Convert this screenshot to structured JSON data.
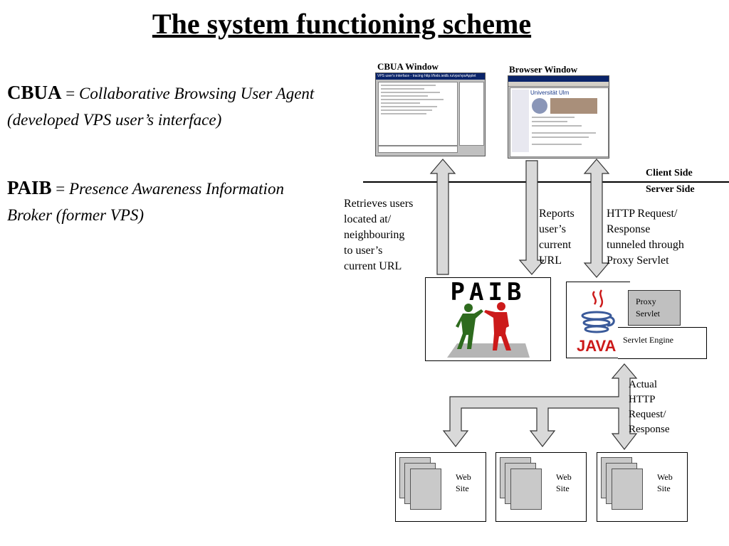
{
  "title": "The system functioning scheme",
  "definitions": {
    "cbua_term": "CBUA",
    "cbua_eq": " = ",
    "cbua_desc": "Collaborative Browsing User Agent (developed VPS user’s interface)",
    "paib_term": "PAIB",
    "paib_eq": " = ",
    "paib_desc": "Presence Awareness Information Broker (former VPS)"
  },
  "windows": {
    "cbua_label": "CBUA Window",
    "browser_label": "Browser Window",
    "cbua_titlebar": "VPS user's interface - tracing http://fodo.ieidb.ru/vps/vpsApplet",
    "browser_heading": "Universität Ulm"
  },
  "sides": {
    "client": "Client Side",
    "server": "Server Side"
  },
  "annotations": {
    "retrieves": [
      "Retrieves users",
      "located at/",
      "neighbouring",
      "to user’s",
      "current URL"
    ],
    "reports": [
      "Reports",
      "user’s",
      "current",
      "URL"
    ],
    "http": [
      "HTTP Request/",
      "Response",
      "tunneled through",
      "Proxy Servlet"
    ],
    "actual": [
      "Actual",
      "HTTP",
      "Request/",
      "Response"
    ]
  },
  "paib_logo": "PAIB",
  "server": {
    "java_logo": "JAVA",
    "proxy": [
      "Proxy",
      "Servlet"
    ],
    "engine": "Servlet Engine"
  },
  "websites": [
    {
      "label": [
        "Web",
        "Site"
      ]
    },
    {
      "label": [
        "Web",
        "Site"
      ]
    },
    {
      "label": [
        "Web",
        "Site"
      ]
    }
  ],
  "colors": {
    "arrow_fill": "#d9d9d9",
    "proxy_fill": "#c0c0c0",
    "page_fill": "#c9c9c9",
    "figure_green": "#2e6b1e",
    "figure_red": "#cc1a1a"
  }
}
